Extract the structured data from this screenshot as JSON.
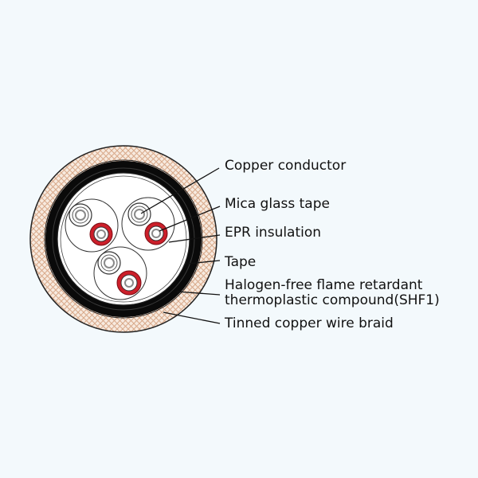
{
  "labels": {
    "conductor": "Copper conductor",
    "mica": "Mica glass tape",
    "epr": "EPR insulation",
    "tape": "Tape",
    "sheath_line1": "Halogen-free flame retardant",
    "sheath_line2": "thermoplastic compound(SHF1)",
    "braid": "Tinned copper wire braid"
  },
  "colors": {
    "background": "#f3f9fc",
    "braid_fill": "#f7eadf",
    "braid_mesh": "#d9a98a",
    "sheath": "#0a0a0a",
    "insulation_red": "#cc1f2a",
    "conductor_gray": "#8a8a8a"
  }
}
